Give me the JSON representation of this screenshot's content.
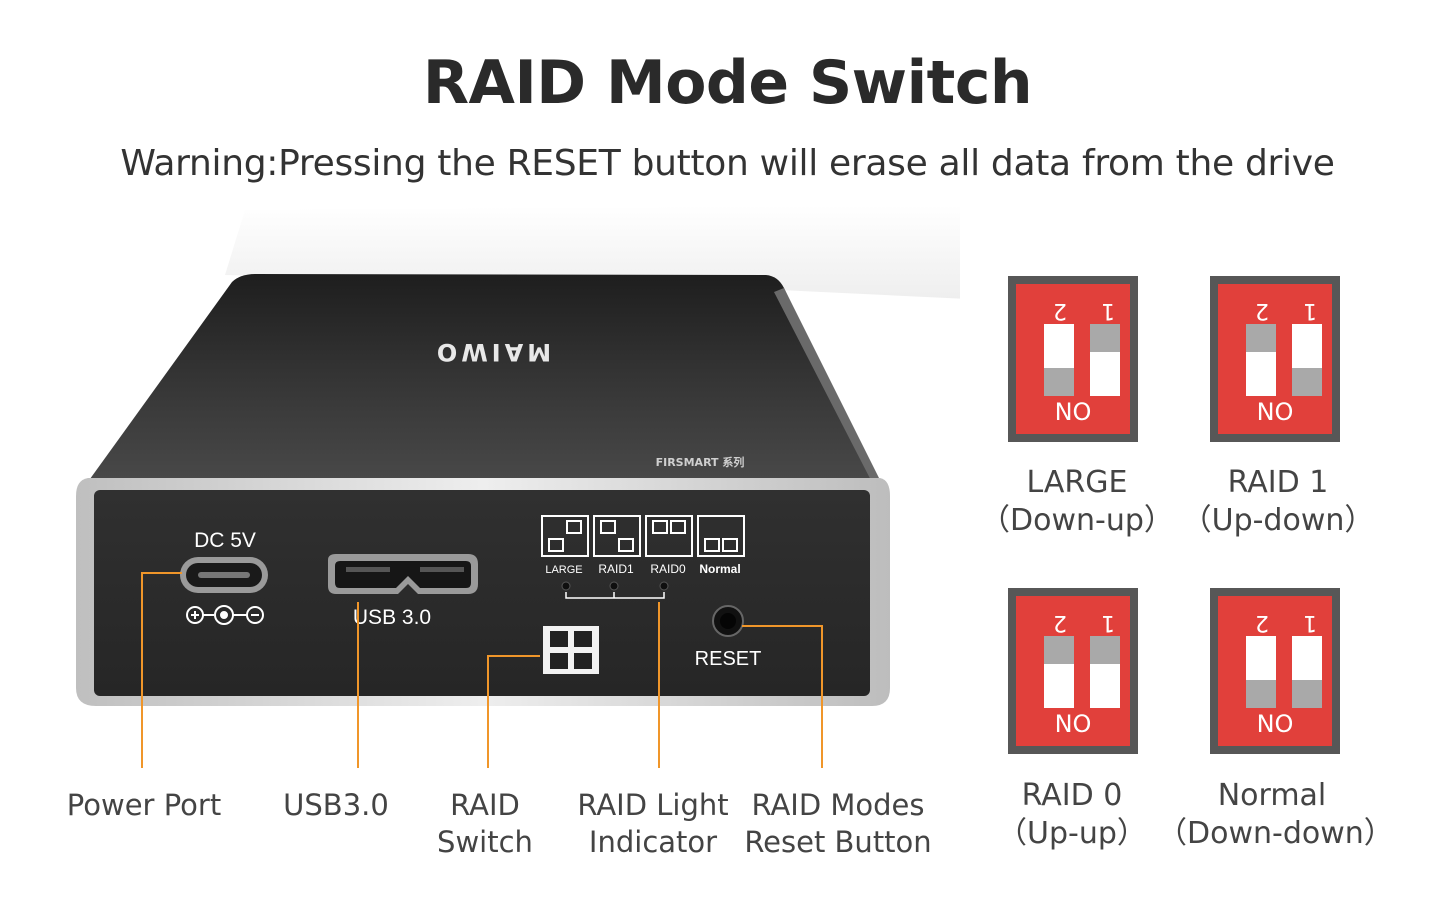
{
  "title": "RAID Mode Switch",
  "subtitle": "Warning:Pressing the RESET button will erase all data from the drive",
  "device": {
    "brand": "MAIWO",
    "series": "FIRSMART 系列",
    "dc_label": "DC 5V",
    "usb_label": "USB 3.0",
    "reset_label": "RESET",
    "indicator_labels": [
      "LARGE",
      "RAID1",
      "RAID0",
      "Normal"
    ]
  },
  "callouts": [
    {
      "line1": "Power Port",
      "line2": ""
    },
    {
      "line1": "USB3.0",
      "line2": ""
    },
    {
      "line1": "RAID",
      "line2": "Switch"
    },
    {
      "line1": "RAID Light",
      "line2": "Indicator"
    },
    {
      "line1": "RAID Modes",
      "line2": "Reset Button"
    }
  ],
  "modes": [
    {
      "name": "LARGE",
      "detail": "（Down-up）",
      "switch_num_1": "1",
      "switch_num_2": "2",
      "switch1_down": false,
      "switch2_down": true,
      "on_label": "NO"
    },
    {
      "name": "RAID 1",
      "detail": "（Up-down）",
      "switch_num_1": "1",
      "switch_num_2": "2",
      "switch1_down": true,
      "switch2_down": false,
      "on_label": "NO"
    },
    {
      "name": "RAID 0",
      "detail": "（Up-up）",
      "switch_num_1": "1",
      "switch_num_2": "2",
      "switch1_down": false,
      "switch2_down": false,
      "on_label": "NO"
    },
    {
      "name": "Normal",
      "detail": "（Down-down）",
      "switch_num_1": "1",
      "switch_num_2": "2",
      "switch1_down": true,
      "switch2_down": true,
      "on_label": "NO"
    }
  ],
  "colors": {
    "callout_line": "#f0962a",
    "dip_red": "#e1403b",
    "enclosure": "#2b2b2b"
  }
}
